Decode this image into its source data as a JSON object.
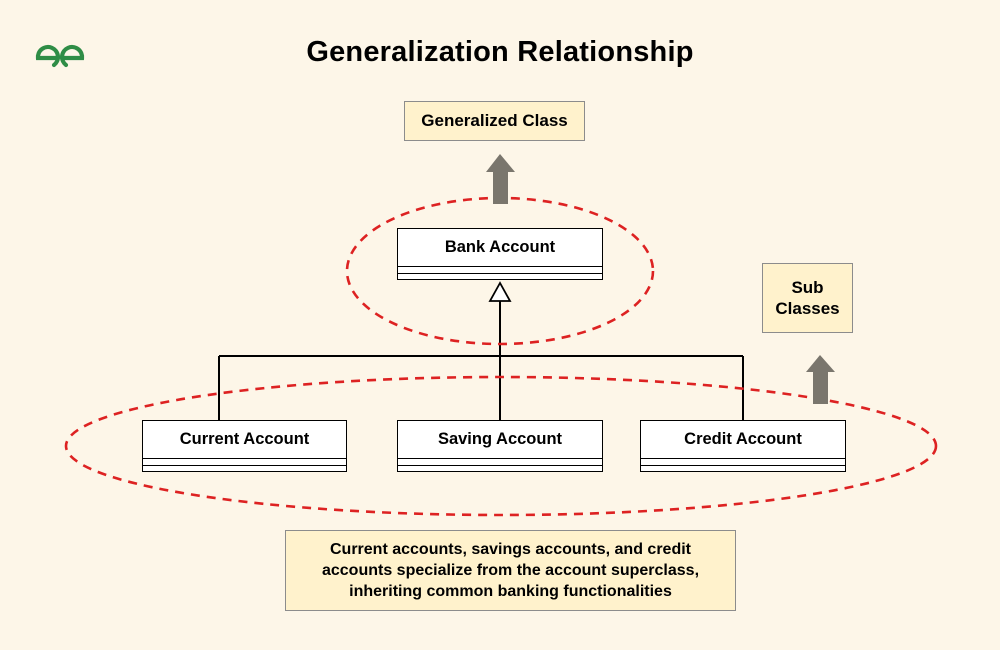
{
  "title": "Generalization Relationship",
  "logo_text": "GfG",
  "labels": {
    "generalized": "Generalized Class",
    "sub_classes": "Sub Classes"
  },
  "classes": {
    "parent": "Bank Account",
    "children": [
      "Current Account",
      "Saving Account",
      "Credit Account"
    ]
  },
  "note": "Current accounts, savings accounts, and credit accounts specialize from the account superclass, inheriting common banking functionalities",
  "colors": {
    "background": "#fdf6e8",
    "label_fill": "#fff2cc",
    "ellipse_dash": "#dd2222",
    "arrow": "#7a766d",
    "logo_green": "#2f8d46"
  }
}
